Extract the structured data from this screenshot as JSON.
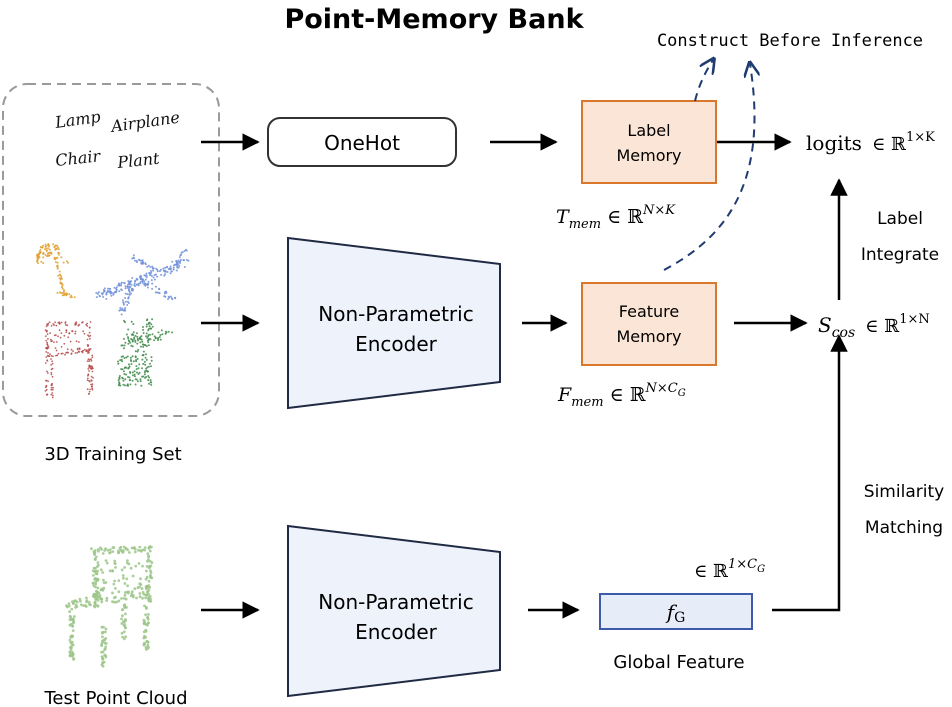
{
  "title": "Point-Memory Bank",
  "construct_note": "Construct Before Inference",
  "class_names": [
    "Lamp",
    "Airplane",
    "Chair",
    "Plant"
  ],
  "onehot_label": "OneHot",
  "label_memory": {
    "line1": "Label",
    "line2": "Memory"
  },
  "feature_memory": {
    "line1": "Feature",
    "line2": "Memory"
  },
  "encoder_top": {
    "line1": "Non-Parametric",
    "line2": "Encoder"
  },
  "encoder_bottom": {
    "line1": "Non-Parametric",
    "line2": "Encoder"
  },
  "t_mem_formula": {
    "var": "T",
    "sub": "mem",
    "set": " ∈ ℝ",
    "sup": "N×K"
  },
  "f_mem_formula": {
    "var": "F",
    "sub": "mem",
    "set": " ∈ ℝ",
    "sup": "N×C",
    "supsub": "G"
  },
  "logits_formula": {
    "text": "logits",
    "set": "∈ ℝ",
    "sup": "1×K"
  },
  "scos_formula": {
    "var": "S",
    "sub": "cos",
    "set": "∈ ℝ",
    "sup": "1×N"
  },
  "global_feature_set": {
    "set": "∈ ℝ",
    "sup": "1×C",
    "supsub": "G"
  },
  "global_feature_symbol": {
    "var": "f",
    "sub": "G"
  },
  "label_integrate": {
    "line1": "Label",
    "line2": "Integrate"
  },
  "similarity_matching": {
    "line1": "Similarity",
    "line2": "Matching"
  },
  "training_set_label": "3D Training Set",
  "test_cloud_label": "Test Point Cloud",
  "global_feature_label": "Global Feature",
  "colors": {
    "memory_fill": "#fbe5d6",
    "memory_stroke": "#d9772c",
    "encoder_fill": "#eef3fb",
    "encoder_stroke": "#1f2a44",
    "feature_fill": "#e6ecf8",
    "feature_stroke": "#3f5aa8",
    "dashed_arrow": "#1f3b70",
    "lamp": "#e0a030",
    "airplane": "#6f8fd8",
    "chair": "#b54848",
    "plant": "#3f8a4a",
    "test_chair": "#9cc58a"
  },
  "icons": [
    "lamp-point-cloud-icon",
    "airplane-point-cloud-icon",
    "chair-point-cloud-icon",
    "plant-point-cloud-icon",
    "test-chair-point-cloud-icon"
  ]
}
